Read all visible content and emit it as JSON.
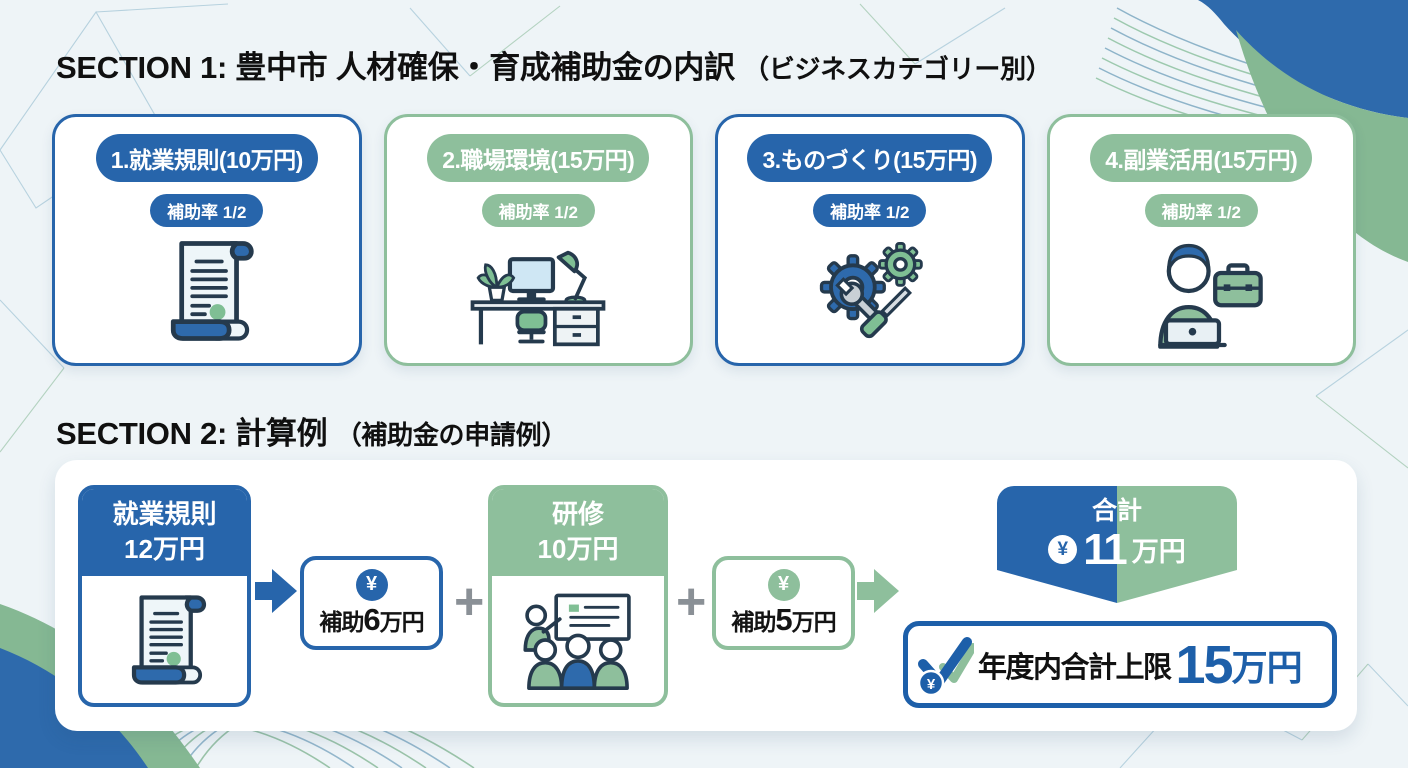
{
  "page": {
    "background": "#eef4f7",
    "accent_blue": "#2765ab",
    "accent_green": "#8ebf9c",
    "cap_text_blue": "#1d5fa9"
  },
  "section1": {
    "title_main": "SECTION 1: 豊中市 人材確保・育成補助金の内訳",
    "title_sub": "（ビジネスカテゴリー別）",
    "cards": [
      {
        "label": "1.就業規則(10万円)",
        "rate_label": "補助率 1/2",
        "color": "blue",
        "icon": "scroll-document-icon"
      },
      {
        "label": "2.職場環境(15万円)",
        "rate_label": "補助率 1/2",
        "color": "green",
        "icon": "desk-workspace-icon"
      },
      {
        "label": "3.ものづくり(15万円)",
        "rate_label": "補助率 1/2",
        "color": "blue",
        "icon": "gears-tools-icon"
      },
      {
        "label": "4.副業活用(15万円)",
        "rate_label": "補助率 1/2",
        "color": "green",
        "icon": "person-laptop-icon"
      }
    ]
  },
  "section2": {
    "title_main": "SECTION 2: 計算例",
    "title_sub": "（補助金の申請例）",
    "flow": {
      "item1": {
        "title": "就業規則",
        "amount": "12万円"
      },
      "subsidy1": {
        "yen_symbol": "¥",
        "prefix": "補助",
        "num": "6",
        "unit": "万円"
      },
      "plus": "+",
      "item2": {
        "title": "研修",
        "amount": "10万円"
      },
      "subsidy2": {
        "yen_symbol": "¥",
        "prefix": "補助",
        "num": "5",
        "unit": "万円"
      },
      "total": {
        "label": "合計",
        "yen_symbol": "¥",
        "num": "11",
        "unit": "万円"
      },
      "cap": {
        "yen_symbol": "¥",
        "label": "年度内合計上限",
        "num": "15",
        "unit": "万円"
      }
    }
  }
}
